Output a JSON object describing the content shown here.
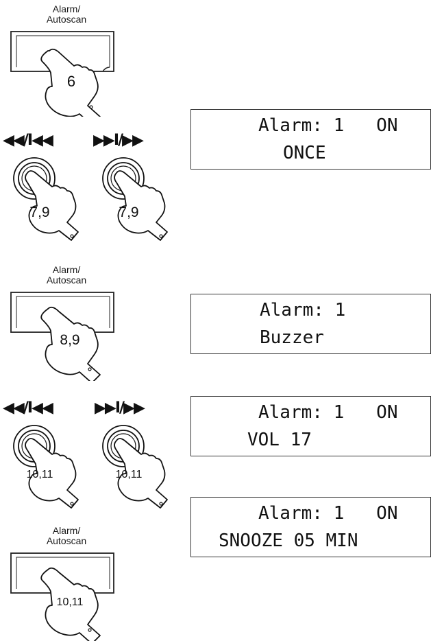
{
  "buttons": {
    "alarm_label_line1": "Alarm/",
    "alarm_label_line2": "Autoscan",
    "rewind_label": "◀◀/I◀◀",
    "forward_label": "▶▶I/▶▶"
  },
  "steps": {
    "s1": "6",
    "s2_left": "7,9",
    "s2_right": "7,9",
    "s3": "8,9",
    "s4_left": "10,11",
    "s4_right": "10,11",
    "s5": "10,11"
  },
  "displays": [
    {
      "line1": "Alarm: 1   ON",
      "line2": "ONCE"
    },
    {
      "line1": "Alarm: 1",
      "line2": "Buzzer"
    },
    {
      "line1": "Alarm: 1   ON",
      "line2": "VOL 17"
    },
    {
      "line1": "Alarm: 1   ON",
      "line2": "SNOOZE 05 MIN"
    }
  ]
}
